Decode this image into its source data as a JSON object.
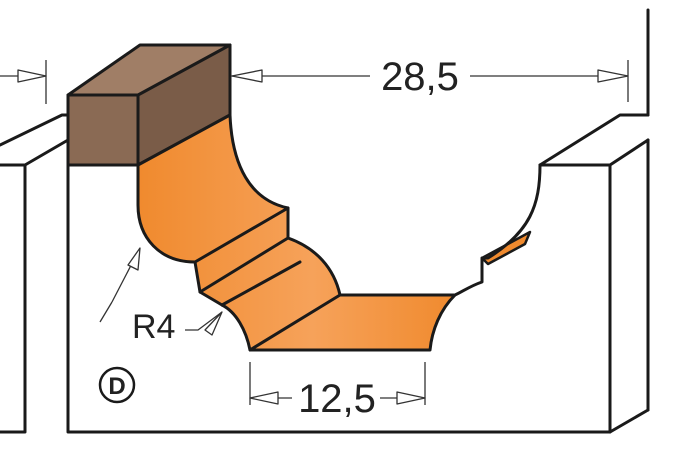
{
  "diagram": {
    "dimensions": {
      "total_width": "28,5",
      "bottom_width": "12,5",
      "radius": "R4"
    },
    "badge": "D"
  },
  "colors": {
    "profile_orange": "#f08a2e",
    "profile_light": "#f8b06a",
    "shank_front": "#8a6a54",
    "shank_top": "#a07e66",
    "shank_side": "#7a5c48",
    "outline": "#1a1a1a",
    "background": "#ffffff"
  }
}
